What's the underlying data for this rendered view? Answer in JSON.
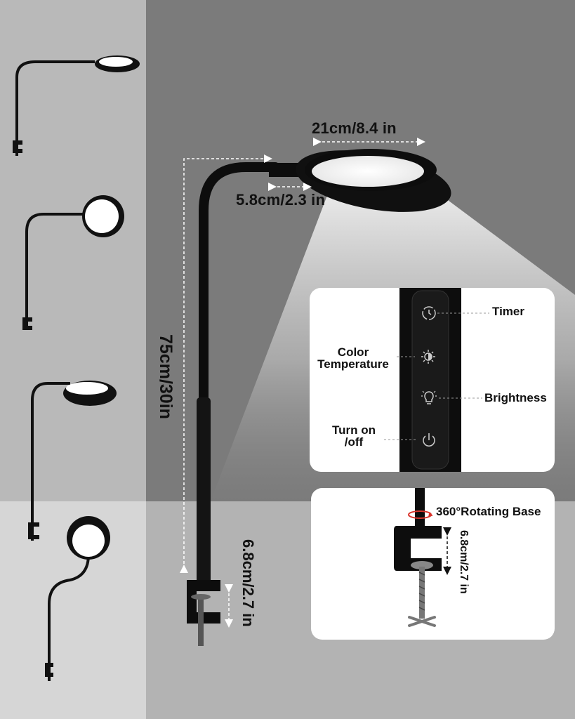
{
  "dimensions": {
    "head_diameter": "21cm/8.4 in",
    "neck_width": "5.8cm/2.3 in",
    "height": "75cm/30in",
    "clamp_height": "6.8cm/2.7 in"
  },
  "control_panel": {
    "timer": "Timer",
    "color_temperature_line1": "Color",
    "color_temperature_line2": "Temperature",
    "brightness": "Brightness",
    "power_line1": "Turn on",
    "power_line2": "/off"
  },
  "base_panel": {
    "rotating_base": "360°Rotating Base",
    "clamp_height": "6.8cm/2.7 in"
  },
  "icons": [
    "timer-icon",
    "color-temperature-icon",
    "brightness-bulb-icon",
    "power-icon"
  ],
  "colors": {
    "lamp_black": "#0d0d0d",
    "background_dark": "#7b7b7b",
    "background_light": "#b9b9b9",
    "rotation_arrow": "#d9342b"
  }
}
